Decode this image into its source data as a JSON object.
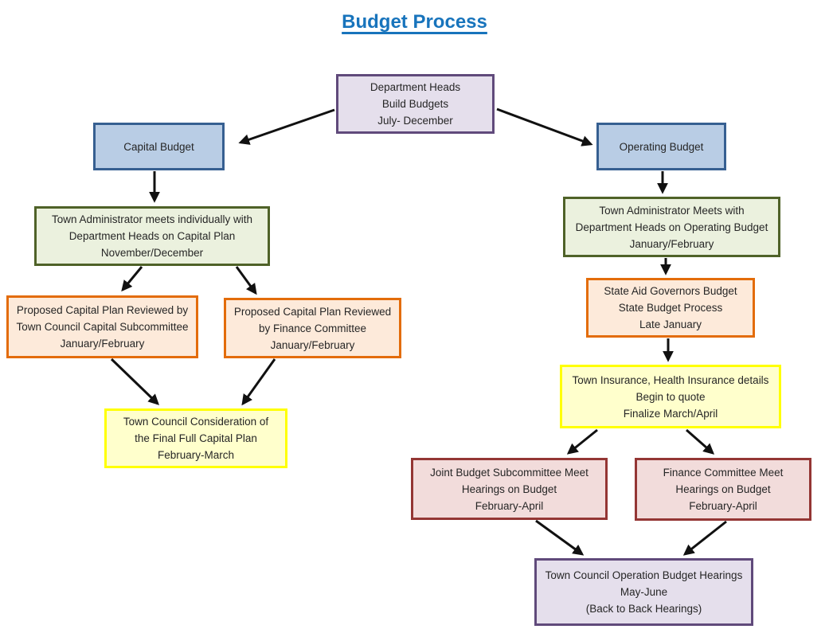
{
  "title": "Budget Process",
  "colors": {
    "title": "#1874BC",
    "arrow": "#111111",
    "lavender_fill": "#E5DFEC",
    "lavender_border": "#604A7B",
    "blue_fill": "#B9CDE5",
    "blue_border": "#365F91",
    "green_fill": "#EBF1DE",
    "green_border": "#4F6228",
    "orange_fill": "#FDEADA",
    "orange_border": "#E36C0A",
    "yellow_fill": "#FFFFCC",
    "yellow_border": "#FFFF00",
    "pink_fill": "#F2DCDB",
    "pink_border": "#943634"
  },
  "nodes": {
    "department_heads": {
      "lines": [
        "Department Heads",
        "Build Budgets",
        "July- December"
      ]
    },
    "capital_budget": {
      "lines": [
        "Capital Budget"
      ]
    },
    "operating_budget": {
      "lines": [
        "Operating Budget"
      ]
    },
    "town_administrator_capital": {
      "lines": [
        "Town Administrator meets individually with",
        "Department Heads on Capital Plan",
        "November/December"
      ]
    },
    "capital_subcommittee_review": {
      "lines": [
        "Proposed Capital Plan Reviewed by",
        "Town Council Capital Subcommittee",
        "January/February"
      ]
    },
    "finance_committee_review": {
      "lines": [
        "Proposed Capital Plan Reviewed",
        "by Finance Committee",
        "January/February"
      ]
    },
    "council_capital_consideration": {
      "lines": [
        "Town Council Consideration of",
        "the Final Full Capital Plan",
        "February-March"
      ]
    },
    "town_administrator_operating": {
      "lines": [
        "Town Administrator Meets with",
        "Department Heads on Operating Budget",
        "January/February"
      ]
    },
    "state_aid": {
      "lines": [
        "State Aid Governors Budget",
        "State Budget Process",
        "Late January"
      ]
    },
    "town_insurance": {
      "lines": [
        "Town Insurance, Health Insurance details",
        "Begin to quote",
        "Finalize March/April"
      ]
    },
    "joint_budget_subcommittee": {
      "lines": [
        "Joint Budget Subcommittee Meet",
        "Hearings on Budget",
        "February-April"
      ]
    },
    "finance_committee_hearings": {
      "lines": [
        "Finance Committee Meet",
        "Hearings on Budget",
        "February-April"
      ]
    },
    "council_operating_hearings": {
      "lines": [
        "Town Council Operation Budget Hearings",
        "May-June",
        "(Back to Back Hearings)"
      ]
    }
  },
  "edges": [
    {
      "from": "department_heads",
      "to": "capital_budget"
    },
    {
      "from": "department_heads",
      "to": "operating_budget"
    },
    {
      "from": "capital_budget",
      "to": "town_administrator_capital"
    },
    {
      "from": "town_administrator_capital",
      "to": "capital_subcommittee_review"
    },
    {
      "from": "town_administrator_capital",
      "to": "finance_committee_review"
    },
    {
      "from": "capital_subcommittee_review",
      "to": "council_capital_consideration"
    },
    {
      "from": "finance_committee_review",
      "to": "council_capital_consideration"
    },
    {
      "from": "operating_budget",
      "to": "town_administrator_operating"
    },
    {
      "from": "town_administrator_operating",
      "to": "state_aid"
    },
    {
      "from": "state_aid",
      "to": "town_insurance"
    },
    {
      "from": "town_insurance",
      "to": "joint_budget_subcommittee"
    },
    {
      "from": "town_insurance",
      "to": "finance_committee_hearings"
    },
    {
      "from": "joint_budget_subcommittee",
      "to": "council_operating_hearings"
    },
    {
      "from": "finance_committee_hearings",
      "to": "council_operating_hearings"
    }
  ]
}
